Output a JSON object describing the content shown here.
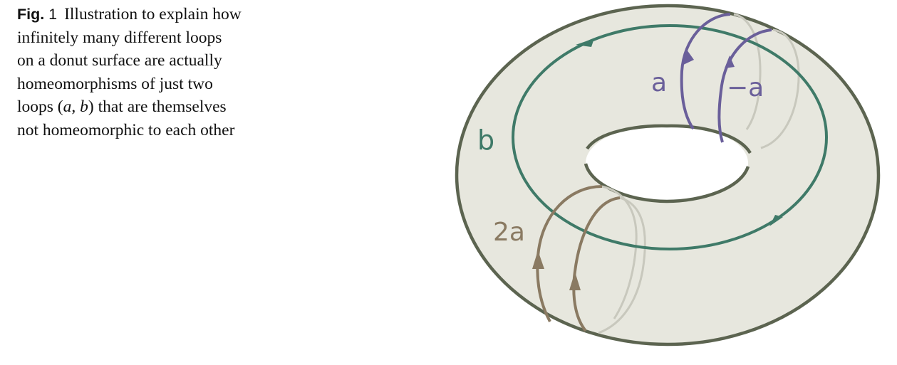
{
  "caption": {
    "label": "Fig.",
    "number": "1",
    "lines": [
      "Illustration to explain how",
      "infinitely many different loops",
      "on a donut surface are actually",
      "homeomorphisms of just two",
      ") that are themselves",
      "not homeomorphic to each other"
    ],
    "loops_prefix": "loops (",
    "loop_a": "a",
    "loop_sep": ", ",
    "loop_b": "b"
  },
  "figure": {
    "labels": {
      "a": "a",
      "neg_a": "−a",
      "b": "b",
      "two_a": "2a"
    },
    "colors": {
      "torus_fill": "#e7e7de",
      "torus_outline": "#5c6450",
      "b_loop": "#3f7a68",
      "a_loop": "#6a5f9a",
      "two_a_loop": "#8a7a62",
      "back_curve": "#c8c8bd"
    }
  }
}
